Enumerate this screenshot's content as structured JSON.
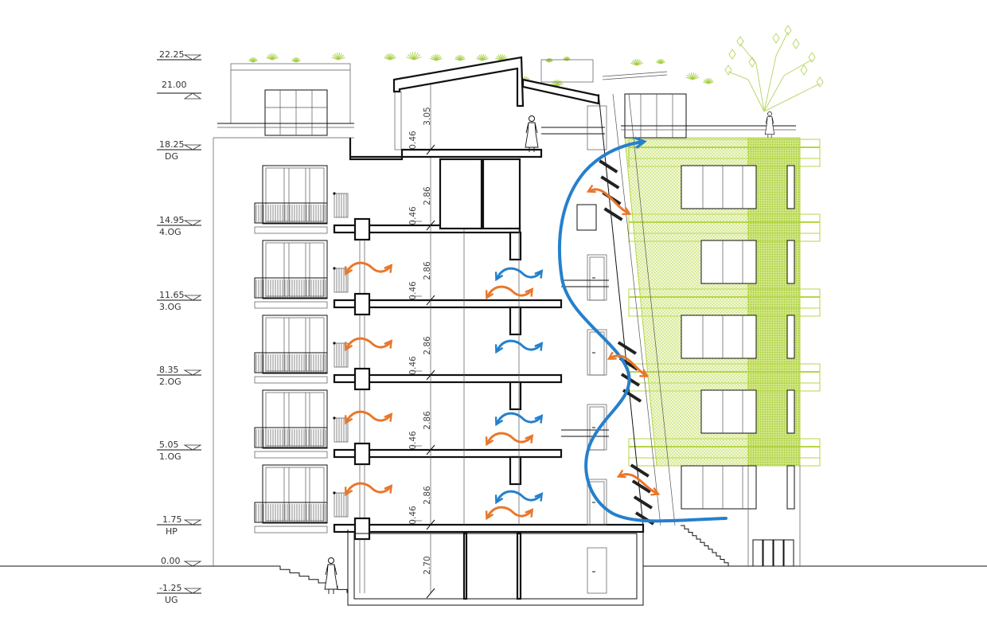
{
  "levels": [
    {
      "value": "22.25",
      "sub": ""
    },
    {
      "value": "21.00",
      "sub": ""
    },
    {
      "value": "18.25",
      "sub": "DG"
    },
    {
      "value": "14.95",
      "sub": "4.OG"
    },
    {
      "value": "11.65",
      "sub": "3.OG"
    },
    {
      "value": "8.35",
      "sub": "2.OG"
    },
    {
      "value": "5.05",
      "sub": "1.OG"
    },
    {
      "value": "1.75",
      "sub": "HP"
    },
    {
      "value": "0.00",
      "sub": ""
    },
    {
      "value": "-1.25",
      "sub": "UG"
    }
  ],
  "dimensions": {
    "dg_height": "3.05",
    "dg_slab": "0.46",
    "storeys": [
      {
        "height": "2.86",
        "slab": "0.46"
      },
      {
        "height": "2.86",
        "slab": "0.46"
      },
      {
        "height": "2.86",
        "slab": "0.46"
      },
      {
        "height": "2.86",
        "slab": "0.46"
      },
      {
        "height": "2.86",
        "slab": "0.46"
      }
    ],
    "ug_height": "2.70"
  },
  "colors": {
    "warm_air": "#e8772b",
    "cool_air": "#2580cc",
    "green_facade": "#b5d645",
    "green_fill": "#eef5cf",
    "line": "#111111"
  }
}
